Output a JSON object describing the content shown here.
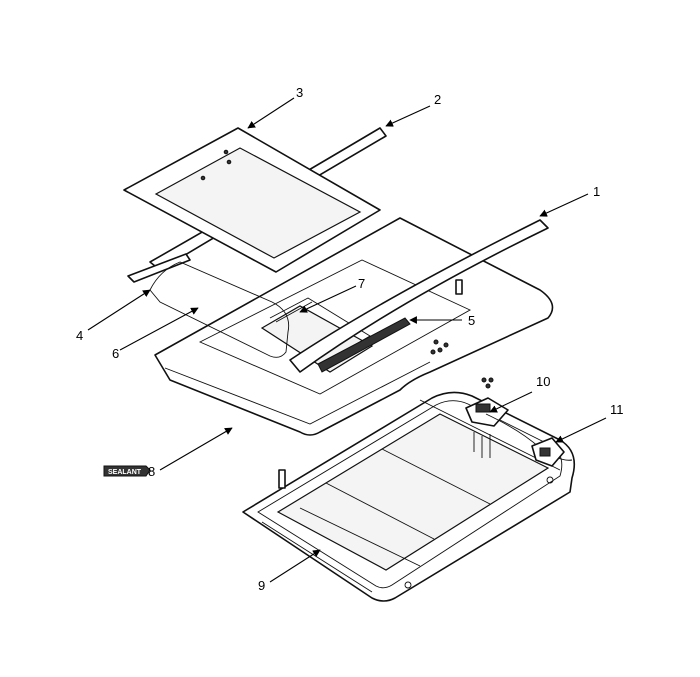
{
  "callouts": [
    {
      "id": "1",
      "label": "1"
    },
    {
      "id": "2",
      "label": "2"
    },
    {
      "id": "3",
      "label": "3"
    },
    {
      "id": "4",
      "label": "4"
    },
    {
      "id": "5",
      "label": "5"
    },
    {
      "id": "6",
      "label": "6"
    },
    {
      "id": "7",
      "label": "7"
    },
    {
      "id": "8",
      "label": "8"
    },
    {
      "id": "9",
      "label": "9"
    },
    {
      "id": "10",
      "label": "10"
    },
    {
      "id": "11",
      "label": "11"
    }
  ],
  "sealant_tube": {
    "label": "SEALANT"
  }
}
